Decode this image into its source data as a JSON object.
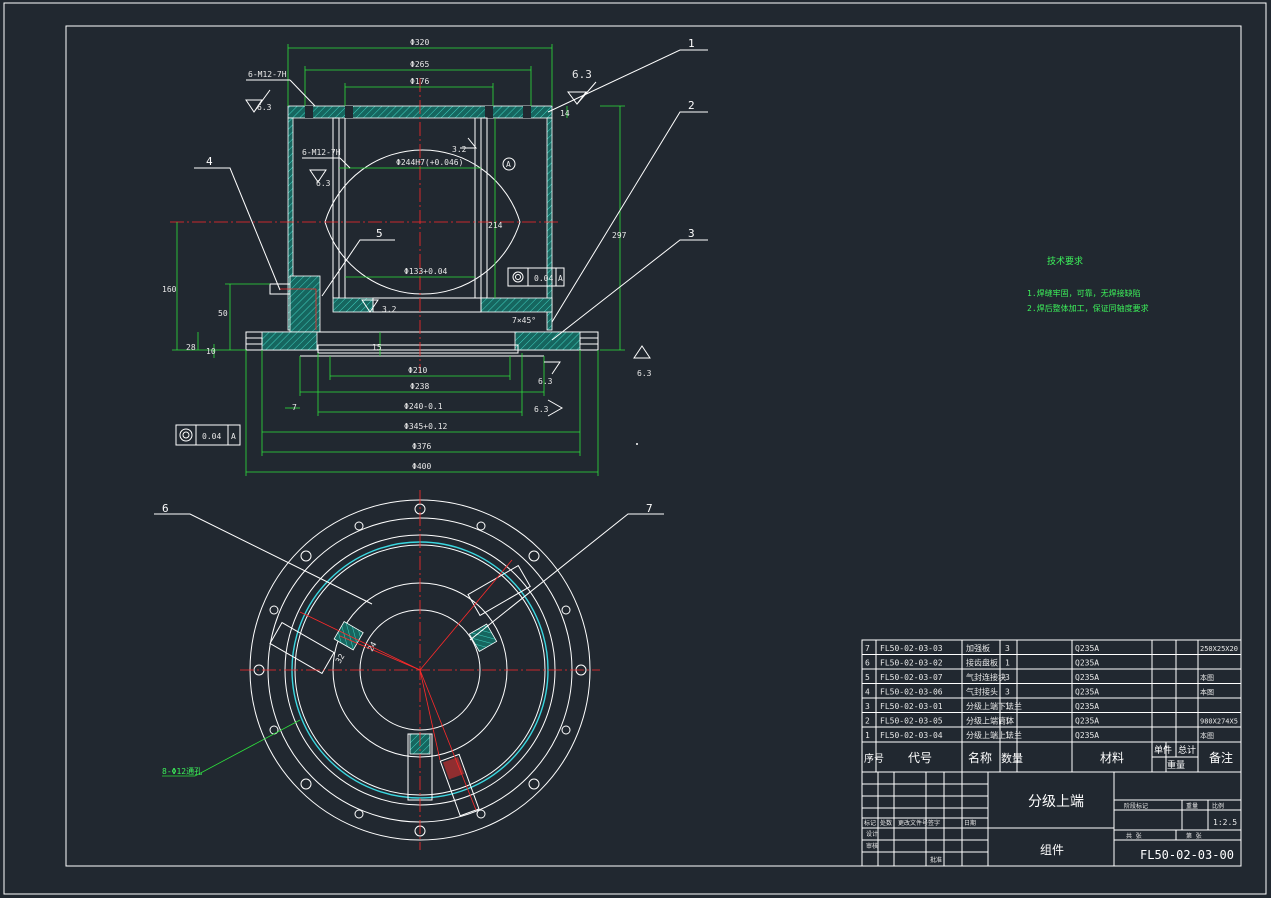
{
  "drawing": {
    "title": "分级上端",
    "type_label": "组件",
    "drawing_number": "FL50-02-03-00",
    "scale": "1:2.5",
    "tech_requirements": {
      "heading": "技术要求",
      "items": [
        "1.焊缝牢固，可靠，无焊接缺陷",
        "2.焊后整体加工，保证同轴度要求"
      ]
    },
    "balloons": [
      "1",
      "2",
      "3",
      "4",
      "5",
      "6",
      "7"
    ],
    "dimensions": {
      "d320": "Φ320",
      "d265": "Φ265",
      "d176": "Φ176",
      "d244": "Φ244H7(+0.046)",
      "d133": "Φ133+0.04",
      "d210": "Φ210",
      "d238": "Φ238",
      "d240": "Φ240-0.1",
      "d345": "Φ345+0.12",
      "d376": "Φ376",
      "d400": "Φ400",
      "h14": "14",
      "h214": "214",
      "h297": "297",
      "h160": "160",
      "h50": "50",
      "h10": "10",
      "h28": "28",
      "h15": "15",
      "h7": "7",
      "chamfer": "7×45°",
      "rough": "6.3",
      "r32": "3.2",
      "holes_top": "6-M12-7H",
      "holes_mid": "6-M12-7H",
      "holes_base": "8-Φ12通孔",
      "tol1": "0.04",
      "tol_a": "A",
      "slot1": "32",
      "slot2": "24"
    },
    "bom_headers": {
      "seq": "序号",
      "code": "代号",
      "name": "名称",
      "qty": "数量",
      "material": "材料",
      "unit_wt": "单件",
      "total_wt": "总计",
      "weight": "重量",
      "remark": "备注"
    },
    "bom": [
      {
        "seq": "7",
        "code": "FL50-02-03-03",
        "name": "加强板",
        "qty": "3",
        "material": "Q235A",
        "remark": "250X25X20"
      },
      {
        "seq": "6",
        "code": "FL50-02-03-02",
        "name": "接齿盘板",
        "qty": "1",
        "material": "Q235A",
        "remark": ""
      },
      {
        "seq": "5",
        "code": "FL50-02-03-07",
        "name": "气封连接块",
        "qty": "3",
        "material": "Q235A",
        "remark": "本图"
      },
      {
        "seq": "4",
        "code": "FL50-02-03-06",
        "name": "气封接头",
        "qty": "3",
        "material": "Q235A",
        "remark": "本图"
      },
      {
        "seq": "3",
        "code": "FL50-02-03-01",
        "name": "分级上端下法兰",
        "qty": "1",
        "material": "Q235A",
        "remark": ""
      },
      {
        "seq": "2",
        "code": "FL50-02-03-05",
        "name": "分级上端筒体",
        "qty": "1",
        "material": "Q235A",
        "remark": "980X274X5"
      },
      {
        "seq": "1",
        "code": "FL50-02-03-04",
        "name": "分级上端上法兰",
        "qty": "1",
        "material": "Q235A",
        "remark": "本图"
      }
    ],
    "titleblock": {
      "mark": "标记",
      "count": "处数",
      "file_no": "更改文件号",
      "sign": "签字",
      "date": "日期",
      "design": "设计",
      "review": "审核",
      "approve": "批准",
      "stage_mark": "阶段标记",
      "weight": "重量",
      "ratio": "比例",
      "sheets_total": "共 张",
      "sheet_no": "第 张"
    }
  }
}
